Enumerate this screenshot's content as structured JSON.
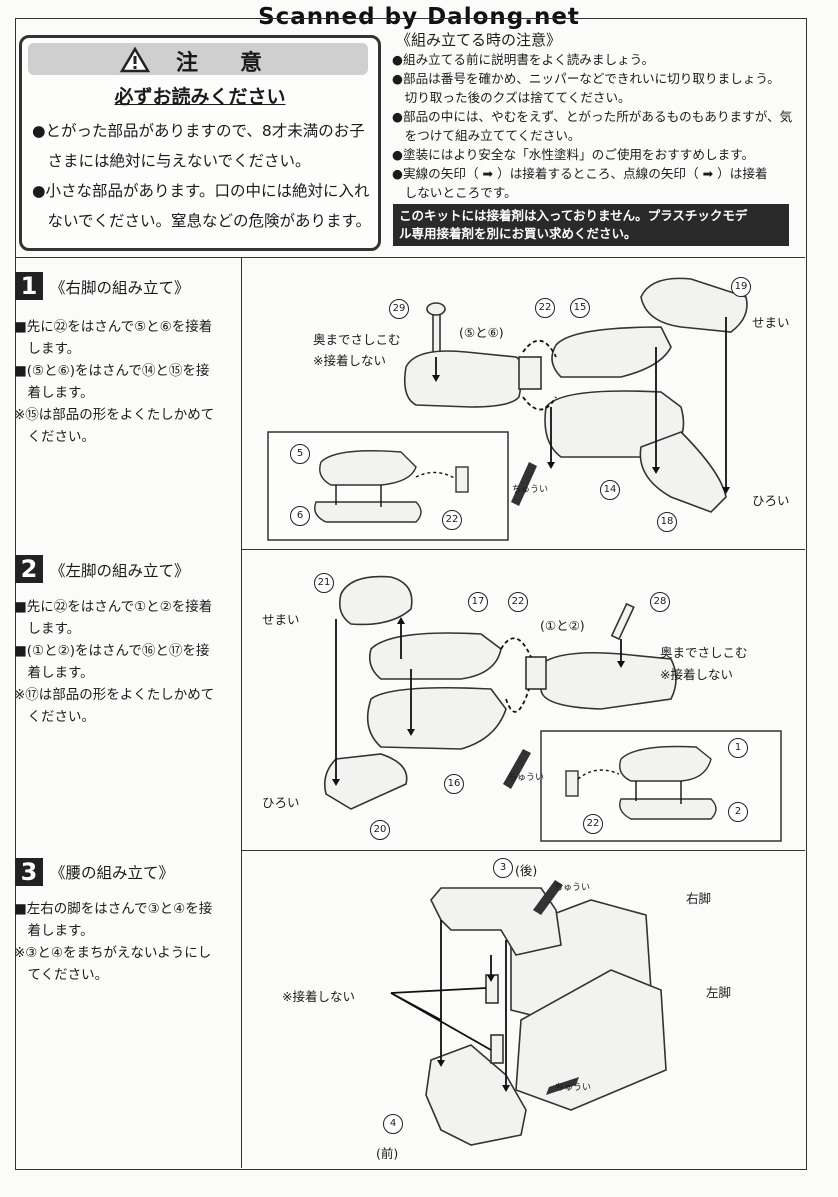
{
  "watermark": "Scanned by Dalong.net",
  "caution": {
    "title": "注　意",
    "must_read": "必ずお読みください",
    "items": [
      "●とがった部品がありますので、8才未満のお子",
      "　さまには絶対に与えないでください。",
      "●小さな部品があります。口の中には絶対に入れ",
      "　ないでください。窒息などの危険があります。"
    ]
  },
  "assembly_notes": {
    "title": "《組み立てる時の注意》",
    "lines": [
      "●組み立てる前に説明書をよく読みましょう。",
      "●部品は番号を確かめ、ニッパーなどできれいに切り取りましょう。",
      "　切り取った後のクズは捨ててください。",
      "●部品の中には、やむをえず、とがった所があるものもありますが、気",
      "　をつけて組み立ててください。",
      "●塗装にはより安全な「水性塗料」のご使用をおすすめします。",
      "●実線の矢印（ ➡ ）は接着するところ、点線の矢印（ ➡ ）は接着",
      "　しないところです。"
    ],
    "glue_notice": [
      "このキットには接着剤は入っておりません。プラスチックモデ",
      "ル専用接着剤を別にお買い求めください。"
    ]
  },
  "steps": [
    {
      "number": "1",
      "title": "《右脚の組み立て》",
      "lines": [
        "■先に㉒をはさんで⑤と⑥を接着",
        "　します。",
        "■(⑤と⑥)をはさんで⑭と⑮を接",
        "　着します。",
        "※⑮は部品の形をよくたしかめて",
        "　ください。"
      ],
      "labels": {
        "p29": "29",
        "p22": "22",
        "p15": "15",
        "p19": "19",
        "p14": "14",
        "p18": "18",
        "p5": "5",
        "p6": "6",
        "p22b": "22",
        "pair": "(⑤と⑥)",
        "insert": "奥までさしこむ",
        "no_glue": "※接着しない",
        "narrow": "せまい",
        "wide": "ひろい",
        "caution": "ちゅうい"
      }
    },
    {
      "number": "2",
      "title": "《左脚の組み立て》",
      "lines": [
        "■先に㉒をはさんで①と②を接着",
        "　します。",
        "■(①と②)をはさんで⑯と⑰を接",
        "　着します。",
        "※⑰は部品の形をよくたしかめて",
        "　ください。"
      ],
      "labels": {
        "p21": "21",
        "p17": "17",
        "p22": "22",
        "p28": "28",
        "p16": "16",
        "p20": "20",
        "p1": "1",
        "p2": "2",
        "p22b": "22",
        "pair": "(①と②)",
        "insert": "奥までさしこむ",
        "no_glue": "※接着しない",
        "narrow": "せまい",
        "wide": "ひろい",
        "caution": "ちゅうい"
      }
    },
    {
      "number": "3",
      "title": "《腰の組み立て》",
      "lines": [
        "■左右の脚をはさんで③と④を接",
        "　着します。",
        "※③と④をまちがえないようにし",
        "　てください。"
      ],
      "labels": {
        "p3": "3",
        "back": "(後)",
        "p4": "4",
        "front": "(前)",
        "right_leg": "右脚",
        "left_leg": "左脚",
        "no_glue": "※接着しない",
        "caution": "ちゅうい"
      }
    }
  ]
}
